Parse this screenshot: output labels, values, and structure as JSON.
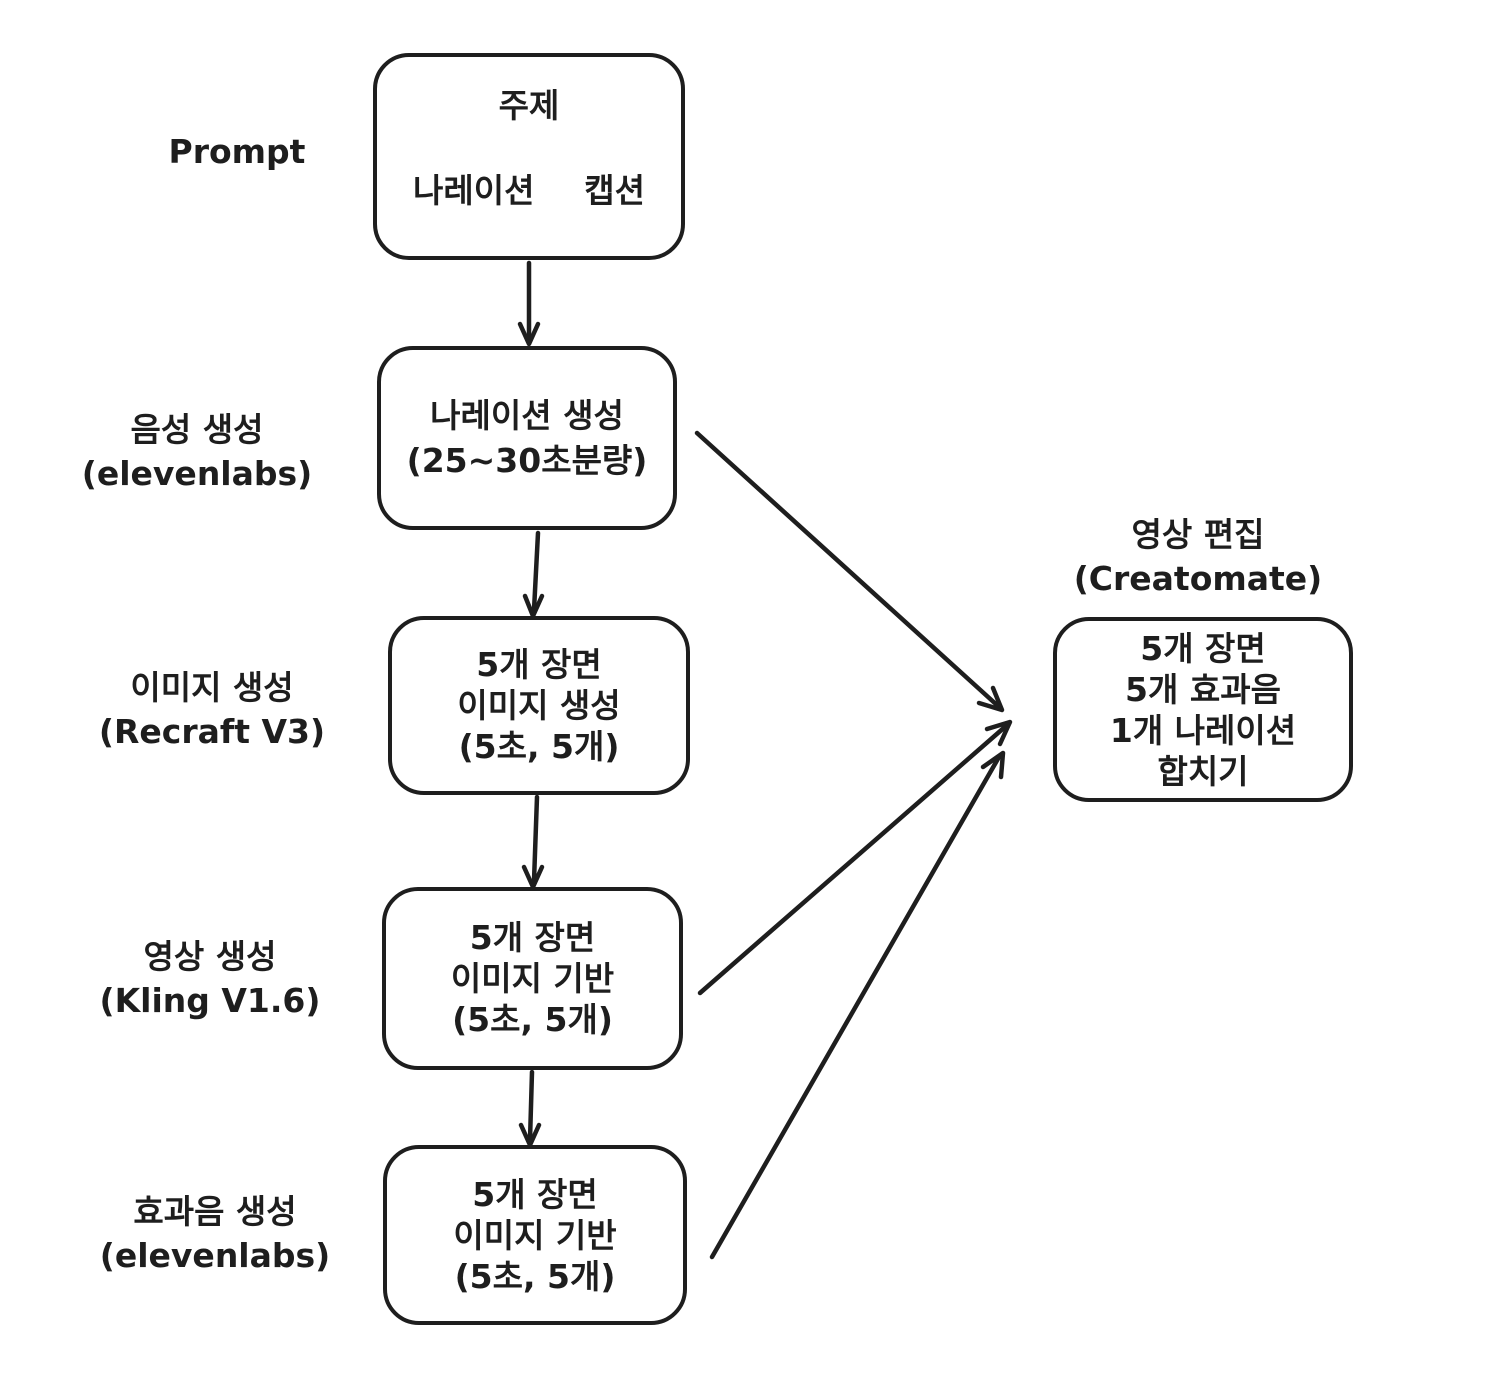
{
  "colors": {
    "ink": "#1e1e1e",
    "background": "#ffffff"
  },
  "labels": {
    "prompt": "Prompt",
    "voice_gen": {
      "line1": "음성 생성",
      "line2": "(elevenlabs)"
    },
    "image_gen": {
      "line1": "이미지 생성",
      "line2": "(Recraft V3)"
    },
    "video_gen": {
      "line1": "영상 생성",
      "line2": "(Kling V1.6)"
    },
    "sfx_gen": {
      "line1": "효과음 생성",
      "line2": "(elevenlabs)"
    },
    "video_edit": {
      "line1": "영상 편집",
      "line2": "(Creatomate)"
    }
  },
  "nodes": {
    "prompt": {
      "title": "주제",
      "item_left": "나레이션",
      "item_right": "캡션"
    },
    "narration": {
      "line1": "나레이션 생성",
      "line2": "(25~30초분량)"
    },
    "image": {
      "line1": "5개 장면",
      "line2": "이미지 생성",
      "line3": "(5초, 5개)"
    },
    "video": {
      "line1": "5개 장면",
      "line2": "이미지 기반",
      "line3": "(5초, 5개)"
    },
    "sfx": {
      "line1": "5개 장면",
      "line2": "이미지 기반",
      "line3": "(5초, 5개)"
    },
    "edit": {
      "line1": "5개 장면",
      "line2": "5개 효과음",
      "line3": "1개 나레이션",
      "line4": "합치기"
    }
  }
}
